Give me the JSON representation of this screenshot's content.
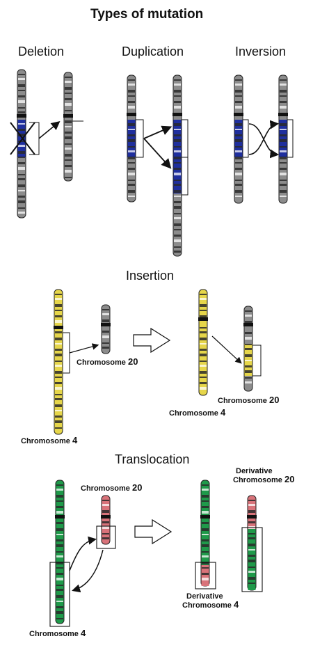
{
  "title": "Types of mutation",
  "sections": {
    "deletion": "Deletion",
    "duplication": "Duplication",
    "inversion": "Inversion",
    "insertion": "Insertion",
    "translocation": "Translocation"
  },
  "labels": {
    "ins_chr20": {
      "name": "Chromosome",
      "num": "20"
    },
    "ins_chr20_after": {
      "name": "Chromosome",
      "num": "20"
    },
    "ins_chr4_after": {
      "name": "Chromosome",
      "num": "4"
    },
    "ins_chr4": {
      "name": "Chromosome",
      "num": "4"
    },
    "tl_chr20": {
      "name": "Chromosome",
      "num": "20"
    },
    "tl_der20": {
      "line1": "Derivative",
      "name": "Chromosome",
      "num": "20"
    },
    "tl_der4": {
      "line1": "Derivative",
      "name": "Chromosome",
      "num": "4"
    },
    "tl_chr4": {
      "name": "Chromosome",
      "num": "4"
    }
  },
  "colors": {
    "gray": "#8c8c8c",
    "blue": "#1f2f9e",
    "yellow": "#e6d64a",
    "green": "#1f9a4a",
    "red": "#d9737a",
    "band_dark": "#2a2a2a",
    "outline": "#222222"
  }
}
